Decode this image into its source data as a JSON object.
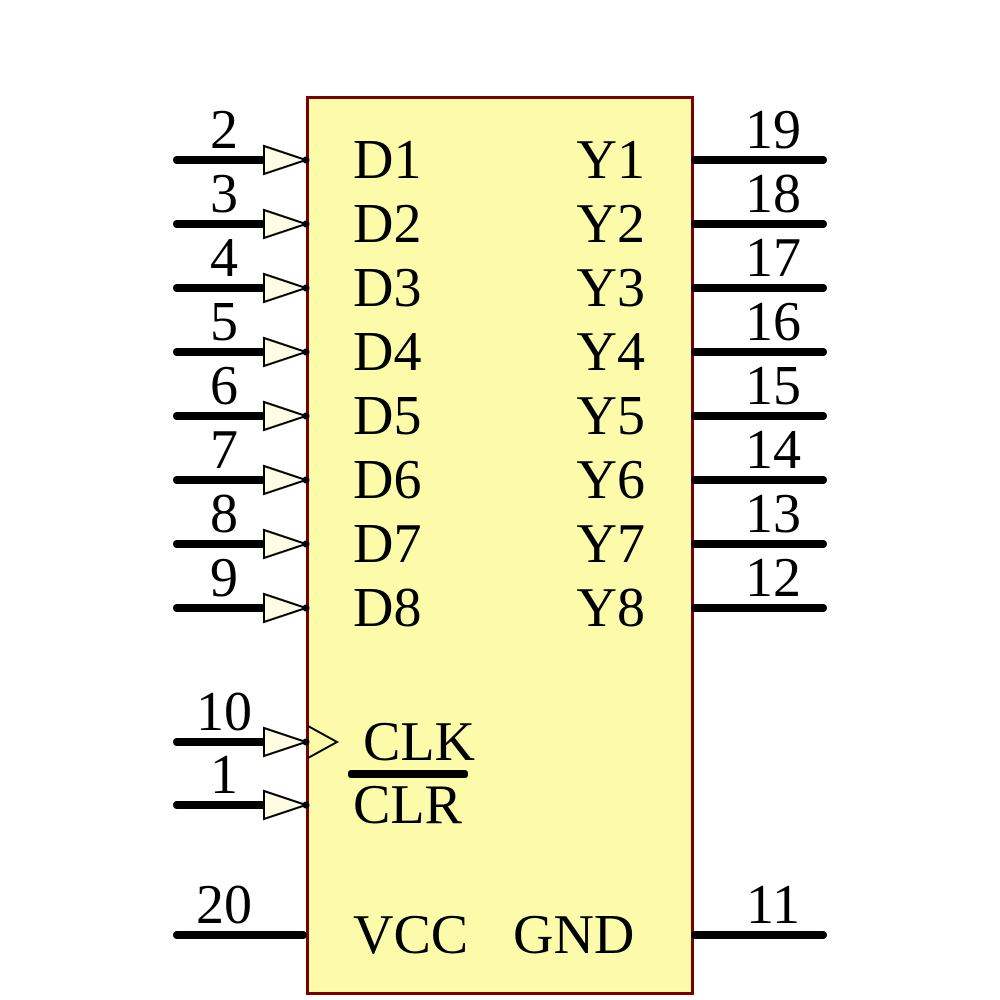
{
  "diagram_type": "ic-schematic-symbol",
  "colors": {
    "background": "#FFFFFF",
    "body_fill": "#FCFBAA",
    "body_border": "#7A0000",
    "arrow_fill": "#FEFDE4",
    "wire": "#000000",
    "text": "#000000"
  },
  "icons": {
    "input_arrow": "hollow-right-triangle",
    "clock_edge": "open-right-chevron"
  },
  "chip": {
    "left_pins": [
      {
        "number": "2",
        "label": "D1",
        "kind": "input"
      },
      {
        "number": "3",
        "label": "D2",
        "kind": "input"
      },
      {
        "number": "4",
        "label": "D3",
        "kind": "input"
      },
      {
        "number": "5",
        "label": "D4",
        "kind": "input"
      },
      {
        "number": "6",
        "label": "D5",
        "kind": "input"
      },
      {
        "number": "7",
        "label": "D6",
        "kind": "input"
      },
      {
        "number": "8",
        "label": "D7",
        "kind": "input"
      },
      {
        "number": "9",
        "label": "D8",
        "kind": "input"
      },
      {
        "number": "10",
        "label": "CLK",
        "kind": "clock"
      },
      {
        "number": "1",
        "label": "CLR",
        "kind": "input",
        "active_low": true
      },
      {
        "number": "20",
        "label": "VCC",
        "kind": "power"
      }
    ],
    "right_pins": [
      {
        "number": "19",
        "label": "Y1",
        "kind": "output"
      },
      {
        "number": "18",
        "label": "Y2",
        "kind": "output"
      },
      {
        "number": "17",
        "label": "Y3",
        "kind": "output"
      },
      {
        "number": "16",
        "label": "Y4",
        "kind": "output"
      },
      {
        "number": "15",
        "label": "Y5",
        "kind": "output"
      },
      {
        "number": "14",
        "label": "Y6",
        "kind": "output"
      },
      {
        "number": "13",
        "label": "Y7",
        "kind": "output"
      },
      {
        "number": "12",
        "label": "Y8",
        "kind": "output"
      },
      {
        "number": "11",
        "label": "GND",
        "kind": "power"
      }
    ]
  }
}
